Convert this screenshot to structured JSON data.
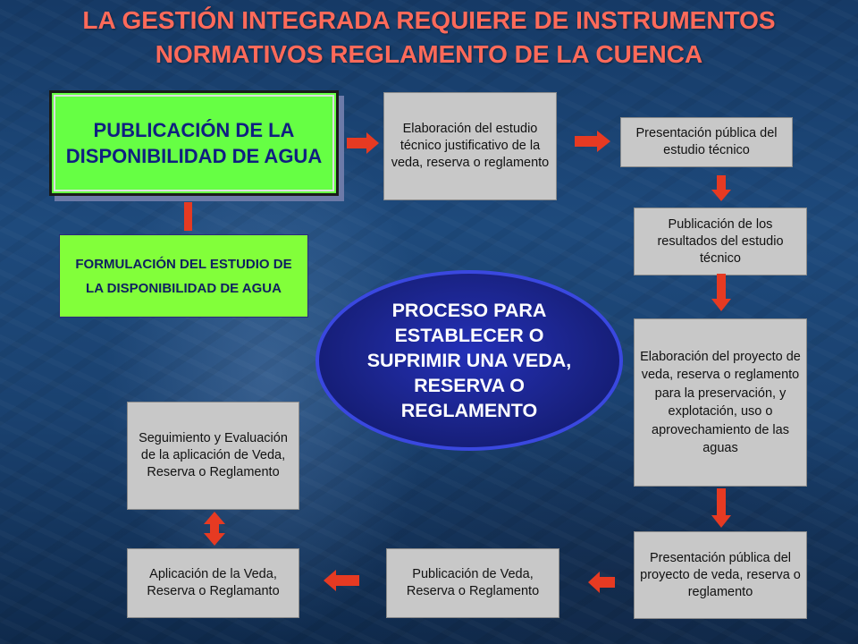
{
  "title": {
    "line1": "LA GESTIÓN INTEGRADA REQUIERE DE INSTRUMENTOS",
    "line2": "NORMATIVOS REGLAMENTO DE LA CUENCA"
  },
  "publicacion_disponibilidad": "PUBLICACIÓN DE LA DISPONIBILIDAD DE AGUA",
  "formulacion_estudio": "FORMULACIÓN DEL ESTUDIO DE LA DISPONIBILIDAD DE AGUA",
  "center": "PROCESO PARA ESTABLECER O SUPRIMIR UNA VEDA, RESERVA O REGLAMENTO",
  "steps": {
    "elaboracion_estudio": "Elaboración del estudio técnico justificativo de la veda, reserva o reglamento",
    "presentacion_estudio": "Presentación pública del estudio técnico",
    "publicacion_resultados": "Publicación de los resultados del estudio técnico",
    "elaboracion_proyecto": "Elaboración del proyecto de veda, reserva o reglamento para la preservación, y explotación, uso o aprovechamiento de las aguas",
    "presentacion_proyecto": "Presentación pública del proyecto de veda, reserva o reglamento",
    "publicacion_veda": "Publicación de Veda, Reserva o Reglamento",
    "aplicacion": "Aplicación de la Veda, Reserva o Reglamanto",
    "seguimiento": "Seguimiento y Evaluación de la aplicación de Veda, Reserva o Reglamento"
  },
  "colors": {
    "arrow": "#e63a22",
    "title": "#ff6a5a",
    "green_box": "#66ff44",
    "ellipse": "#1a2386"
  }
}
